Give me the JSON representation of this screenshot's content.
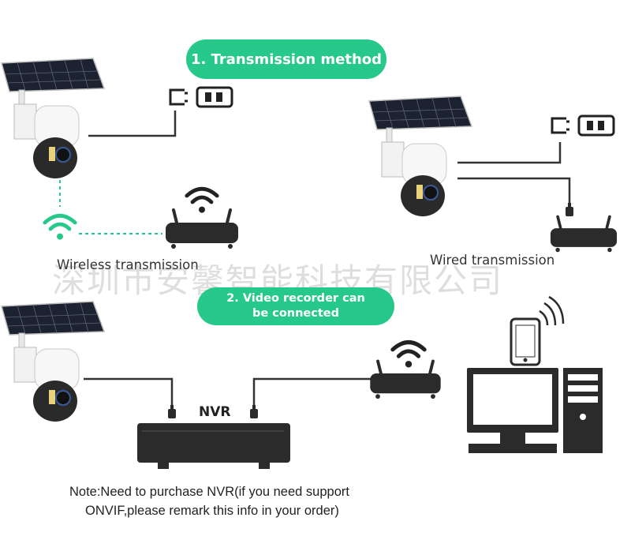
{
  "sections": {
    "transmission": {
      "title": "1. Transmission method"
    },
    "recorder": {
      "title_line1": "2. Video recorder can",
      "title_line2": "be connected"
    }
  },
  "labels": {
    "wireless": "Wireless transmission",
    "wired": "Wired transmission",
    "nvr": "NVR"
  },
  "note": {
    "line1": "Note:Need to purchase NVR(if you need support",
    "line2": "ONVIF,please remark this info in your order)"
  },
  "watermark": "深圳市安馨智能科技有限公司",
  "colors": {
    "accent": "#27c98a",
    "device_dark": "#2b2b2b",
    "line": "#333333",
    "wifi_green": "#27c98a"
  },
  "icons": [
    "solar-camera-icon",
    "power-adapter-icon",
    "outlet-icon",
    "wifi-icon",
    "router-icon",
    "nvr-icon",
    "monitor-icon",
    "computer-tower-icon",
    "smartphone-icon",
    "ethernet-plug-icon"
  ]
}
